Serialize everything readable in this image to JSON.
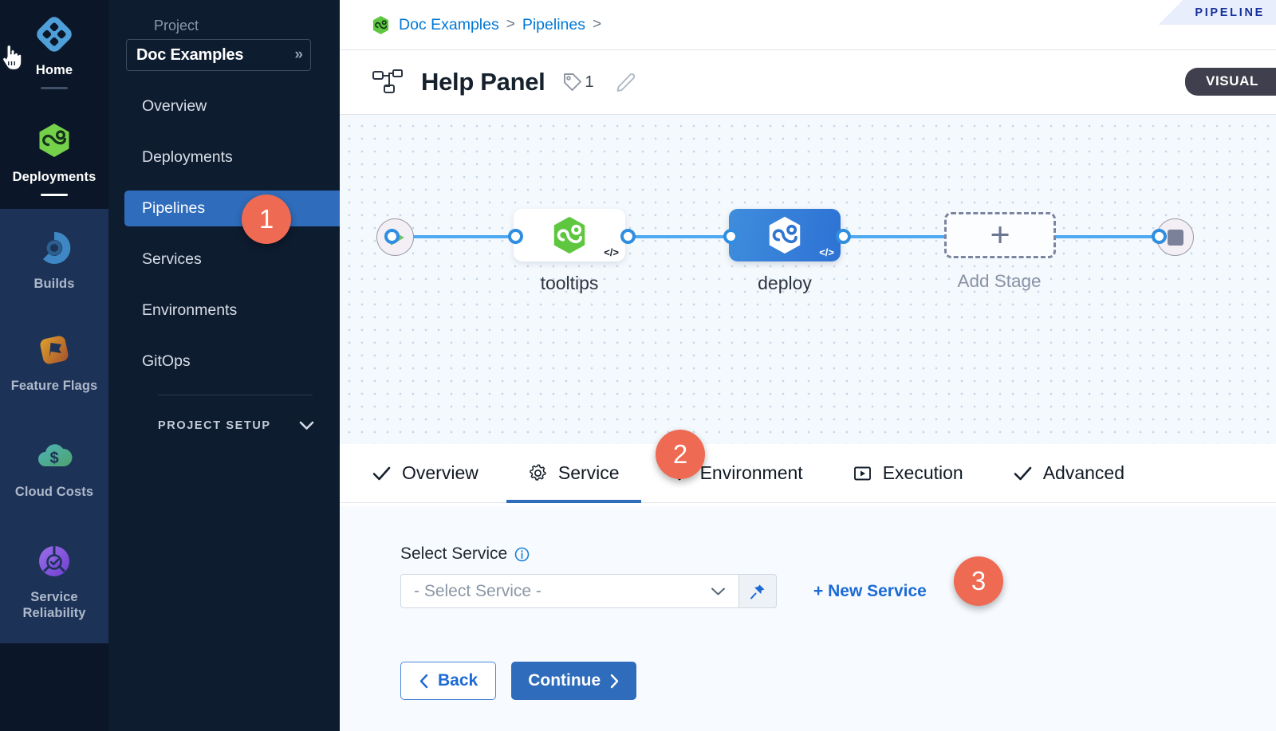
{
  "rail": {
    "items": [
      {
        "label": "Home",
        "icon": "home-diamond-icon",
        "state": "active",
        "underline": true
      },
      {
        "label": "Deployments",
        "icon": "deployments-infinity-icon",
        "state": "active",
        "underline": true
      },
      {
        "label": "Builds",
        "icon": "builds-icon",
        "state": "dim",
        "underline": false
      },
      {
        "label": "Feature Flags",
        "icon": "feature-flags-icon",
        "state": "dim",
        "underline": false
      },
      {
        "label": "Cloud Costs",
        "icon": "cloud-costs-icon",
        "state": "dim",
        "underline": false
      },
      {
        "label": "Service Reliability",
        "icon": "service-reliability-icon",
        "state": "dim",
        "underline": false
      }
    ]
  },
  "sidebar": {
    "project_label": "Project",
    "project_name": "Doc Examples",
    "project_expand_icon": "double-chevron-right-icon",
    "items": [
      {
        "label": "Overview",
        "selected": false
      },
      {
        "label": "Deployments",
        "selected": false
      },
      {
        "label": "Pipelines",
        "selected": true
      },
      {
        "label": "Services",
        "selected": false
      },
      {
        "label": "Environments",
        "selected": false
      },
      {
        "label": "GitOps",
        "selected": false
      }
    ],
    "setup_label": "PROJECT SETUP",
    "setup_caret_icon": "chevron-down-icon"
  },
  "breadcrumb": {
    "module_icon": "harness-hexagon-icon",
    "items": [
      "Doc Examples",
      "Pipelines"
    ],
    "separator": ">",
    "trailing_separator": ">"
  },
  "header": {
    "pipeline_tab_label": "PIPELINE",
    "title_icon": "pipeline-nodes-icon",
    "title": "Help Panel",
    "tag_icon": "tag-icon",
    "tag_count": "1",
    "edit_icon": "pencil-icon",
    "mode_badge": "VISUAL"
  },
  "canvas": {
    "start_icon": "play-icon",
    "end_icon": "stop-icon",
    "nodes": [
      {
        "label": "tooltips",
        "style": "white",
        "icon": "harness-hexagon-green-icon",
        "badge": "</>"
      },
      {
        "label": "deploy",
        "style": "blue",
        "icon": "harness-hexagon-white-icon",
        "badge": "</>"
      }
    ],
    "add_stage": {
      "label": "Add Stage",
      "icon": "plus-icon"
    }
  },
  "tabs": [
    {
      "label": "Overview",
      "icon": "check-icon",
      "active": false
    },
    {
      "label": "Service",
      "icon": "gear-icon",
      "active": true
    },
    {
      "label": "Environment",
      "icon": "layers-diamond-icon",
      "active": false
    },
    {
      "label": "Execution",
      "icon": "play-box-icon",
      "active": false
    },
    {
      "label": "Advanced",
      "icon": "check-icon",
      "active": false
    }
  ],
  "form": {
    "select_service_label": "Select Service",
    "info_icon": "info-icon",
    "select_value": "- Select Service -",
    "select_caret_icon": "chevron-down-icon",
    "pin_icon": "pin-icon",
    "new_service_label": "+ New Service",
    "back_label": "Back",
    "back_icon": "chevron-left-icon",
    "continue_label": "Continue",
    "continue_icon": "chevron-right-icon"
  },
  "callouts": [
    {
      "number": "1"
    },
    {
      "number": "2"
    },
    {
      "number": "3"
    }
  ],
  "colors": {
    "accent_blue": "#2f6cbb",
    "link_blue": "#0278d5",
    "callout_orange": "#ee6a52",
    "rail_bg": "#0b1728",
    "sidebar_bg": "#0e1c30",
    "canvas_bg": "#f4f9fd",
    "wire_blue": "#4ea9f0"
  },
  "cursor": {
    "icon": "pointing-hand-cursor-icon"
  }
}
